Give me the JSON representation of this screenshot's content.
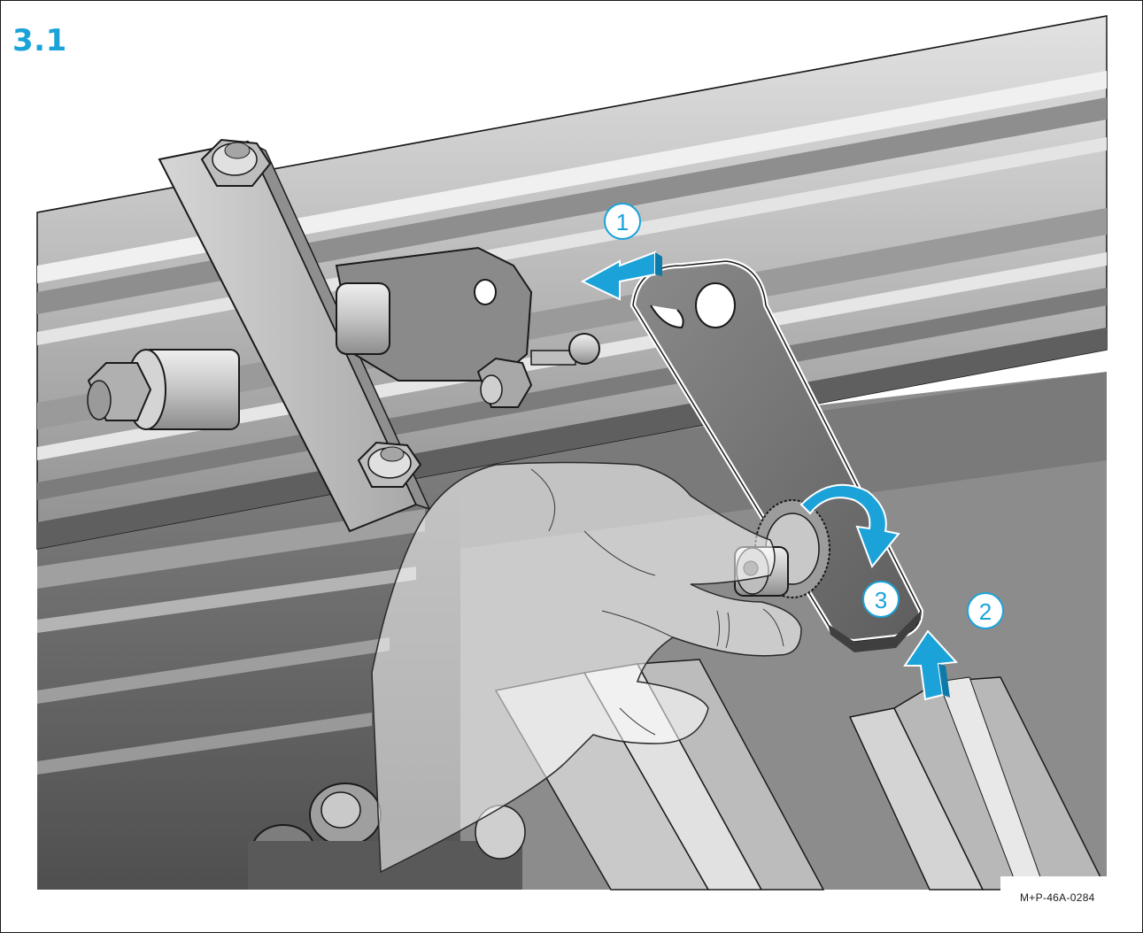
{
  "step": {
    "number": "3.1"
  },
  "callouts": [
    {
      "id": "1",
      "label": "1"
    },
    {
      "id": "2",
      "label": "2"
    },
    {
      "id": "3",
      "label": "3"
    }
  ],
  "document": {
    "code": "M+P-46A-0284"
  },
  "colors": {
    "accent": "#1ba3d9",
    "arrow": "#1ba3d9",
    "metal_light": "#d9d9d9",
    "metal_mid": "#a6a6a6",
    "metal_dark": "#6b6b6b",
    "outline": "#1a1a1a"
  },
  "icons": [
    "arrow-left-icon",
    "arrow-up-icon",
    "rotate-clockwise-icon"
  ]
}
